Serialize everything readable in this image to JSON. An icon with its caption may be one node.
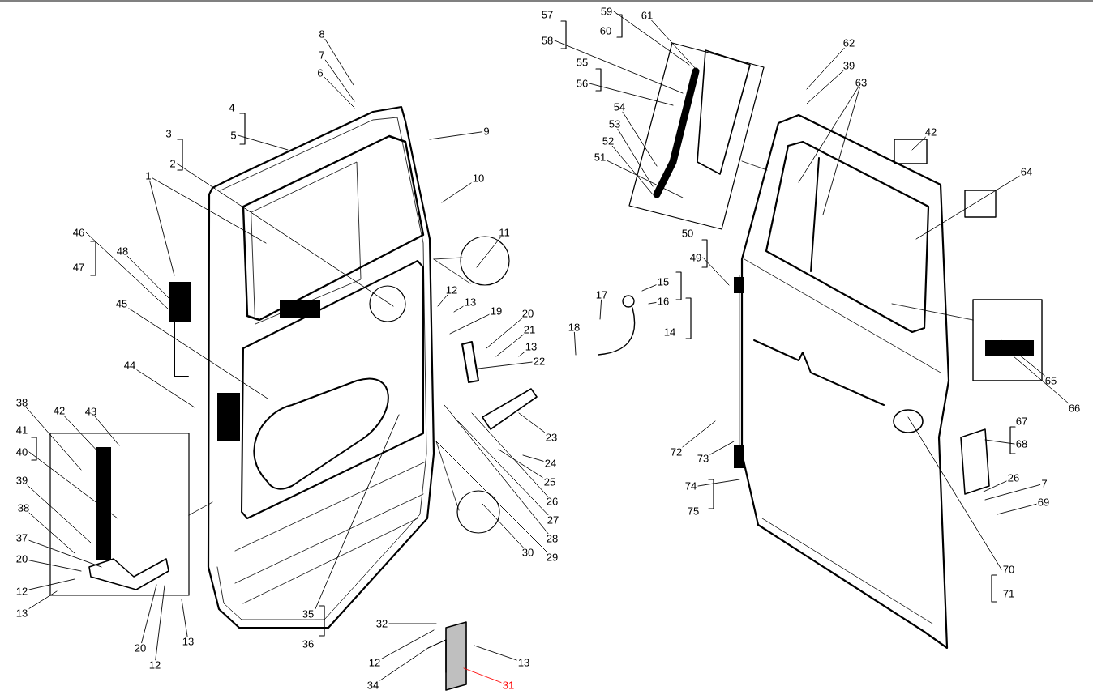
{
  "diagram": {
    "nodes": [
      {
        "text": [
          "8"
        ]
      },
      {
        "text": [
          "7"
        ]
      },
      {
        "text": [
          "6"
        ]
      },
      {
        "text": [
          "4"
        ]
      },
      {
        "text": [
          "5"
        ]
      },
      {
        "text": [
          "3"
        ]
      },
      {
        "text": [
          "2"
        ]
      },
      {
        "text": [
          "1"
        ]
      },
      {
        "text": [
          "9"
        ]
      },
      {
        "text": [
          "10"
        ]
      },
      {
        "text": [
          "11"
        ]
      },
      {
        "text": [
          "12"
        ]
      },
      {
        "text": [
          "13"
        ]
      },
      {
        "text": [
          "19"
        ]
      },
      {
        "text": [
          "20"
        ]
      },
      {
        "text": [
          "21"
        ]
      },
      {
        "text": [
          "13"
        ]
      },
      {
        "text": [
          "22"
        ]
      },
      {
        "text": [
          "23"
        ]
      },
      {
        "text": [
          "24"
        ]
      },
      {
        "text": [
          "25"
        ]
      },
      {
        "text": [
          "26"
        ]
      },
      {
        "text": [
          "27"
        ]
      },
      {
        "text": [
          "28"
        ]
      },
      {
        "text": [
          "29"
        ]
      },
      {
        "text": [
          "30"
        ]
      },
      {
        "text": [
          "31"
        ]
      },
      {
        "text": [
          "32"
        ]
      },
      {
        "text": [
          "12"
        ]
      },
      {
        "text": [
          "13"
        ]
      },
      {
        "text": [
          "34"
        ]
      },
      {
        "text": [
          "35"
        ]
      },
      {
        "text": [
          "36"
        ]
      },
      {
        "text": [
          "38"
        ]
      },
      {
        "text": [
          "42"
        ]
      },
      {
        "text": [
          "43"
        ]
      },
      {
        "text": [
          "41"
        ]
      },
      {
        "text": [
          "40"
        ]
      },
      {
        "text": [
          "39"
        ]
      },
      {
        "text": [
          "38"
        ]
      },
      {
        "text": [
          "37"
        ]
      },
      {
        "text": [
          "20"
        ]
      },
      {
        "text": [
          "12"
        ]
      },
      {
        "text": [
          "13"
        ]
      },
      {
        "text": [
          "20"
        ]
      },
      {
        "text": [
          "12"
        ]
      },
      {
        "text": [
          "13"
        ]
      },
      {
        "text": [
          "44"
        ]
      },
      {
        "text": [
          "45"
        ]
      },
      {
        "text": [
          "48"
        ]
      },
      {
        "text": [
          "46"
        ]
      },
      {
        "text": [
          "47"
        ]
      },
      {
        "text": [
          "57"
        ]
      },
      {
        "text": [
          "58"
        ]
      },
      {
        "text": [
          "59"
        ]
      },
      {
        "text": [
          "60"
        ]
      },
      {
        "text": [
          "61"
        ]
      },
      {
        "text": [
          "55"
        ]
      },
      {
        "text": [
          "56"
        ]
      },
      {
        "text": [
          "54"
        ]
      },
      {
        "text": [
          "53"
        ]
      },
      {
        "text": [
          "52"
        ]
      },
      {
        "text": [
          "51"
        ]
      },
      {
        "text": [
          "50"
        ]
      },
      {
        "text": [
          "49"
        ]
      },
      {
        "text": [
          "62"
        ]
      },
      {
        "text": [
          "39"
        ]
      },
      {
        "text": [
          "63"
        ]
      },
      {
        "text": [
          "42"
        ]
      },
      {
        "text": [
          "64"
        ]
      },
      {
        "text": [
          "15"
        ]
      },
      {
        "text": [
          "16"
        ]
      },
      {
        "text": [
          "14"
        ]
      },
      {
        "text": [
          "17"
        ]
      },
      {
        "text": [
          "18"
        ]
      },
      {
        "text": [
          "65"
        ]
      },
      {
        "text": [
          "66"
        ]
      },
      {
        "text": [
          "67"
        ]
      },
      {
        "text": [
          "68"
        ]
      },
      {
        "text": [
          "26"
        ]
      },
      {
        "text": [
          "7"
        ]
      },
      {
        "text": [
          "69"
        ]
      },
      {
        "text": [
          "72"
        ]
      },
      {
        "text": [
          "73"
        ]
      },
      {
        "text": [
          "74"
        ]
      },
      {
        "text": [
          "75"
        ]
      },
      {
        "text": [
          "70"
        ]
      },
      {
        "text": [
          "71"
        ]
      }
    ],
    "edges": [
      {
        "from": 0,
        "to": null,
        "arrow": "none"
      },
      {
        "from": 1,
        "to": null,
        "arrow": "none"
      },
      {
        "from": 2,
        "to": null,
        "arrow": "none"
      },
      {
        "from": 4,
        "to": null,
        "arrow": "none"
      },
      {
        "from": 6,
        "to": null,
        "arrow": "none"
      },
      {
        "from": 7,
        "to": null,
        "arrow": "none"
      },
      {
        "from": 7,
        "to": null,
        "arrow": "none"
      },
      {
        "from": 8,
        "to": null,
        "arrow": "none"
      },
      {
        "from": 9,
        "to": null,
        "arrow": "none"
      },
      {
        "from": 10,
        "to": null,
        "arrow": "none"
      },
      {
        "from": 11,
        "to": null,
        "arrow": "none"
      },
      {
        "from": 12,
        "to": null,
        "arrow": "none"
      },
      {
        "from": 13,
        "to": null,
        "arrow": "none"
      },
      {
        "from": 14,
        "to": null,
        "arrow": "none"
      },
      {
        "from": 15,
        "to": null,
        "arrow": "none"
      },
      {
        "from": 16,
        "to": null,
        "arrow": "none"
      },
      {
        "from": 17,
        "to": null,
        "arrow": "none"
      },
      {
        "from": 18,
        "to": null,
        "arrow": "none"
      },
      {
        "from": 19,
        "to": null,
        "arrow": "none"
      },
      {
        "from": 20,
        "to": null,
        "arrow": "none"
      },
      {
        "from": 21,
        "to": null,
        "arrow": "none"
      },
      {
        "from": 22,
        "to": null,
        "arrow": "none"
      },
      {
        "from": 23,
        "to": null,
        "arrow": "none"
      },
      {
        "from": 24,
        "to": null,
        "arrow": "none"
      },
      {
        "from": 25,
        "to": null,
        "arrow": "none"
      },
      {
        "from": 26,
        "to": null,
        "arrow": "none",
        "color": "#ff0000"
      },
      {
        "from": 27,
        "to": null,
        "arrow": "none"
      },
      {
        "from": 28,
        "to": null,
        "arrow": "none"
      },
      {
        "from": 29,
        "to": null,
        "arrow": "none"
      },
      {
        "from": 30,
        "to": null,
        "arrow": "none"
      },
      {
        "from": 31,
        "to": null,
        "arrow": "none"
      },
      {
        "from": 33,
        "to": null,
        "arrow": "none"
      },
      {
        "from": 34,
        "to": null,
        "arrow": "none"
      },
      {
        "from": 35,
        "to": null,
        "arrow": "none"
      },
      {
        "from": 37,
        "to": null,
        "arrow": "none"
      },
      {
        "from": 38,
        "to": null,
        "arrow": "none"
      },
      {
        "from": 39,
        "to": null,
        "arrow": "none"
      },
      {
        "from": 40,
        "to": null,
        "arrow": "none"
      },
      {
        "from": 41,
        "to": null,
        "arrow": "none"
      },
      {
        "from": 42,
        "to": null,
        "arrow": "none"
      },
      {
        "from": 43,
        "to": null,
        "arrow": "none"
      },
      {
        "from": 44,
        "to": null,
        "arrow": "none"
      },
      {
        "from": 45,
        "to": null,
        "arrow": "none"
      },
      {
        "from": 46,
        "to": null,
        "arrow": "none"
      },
      {
        "from": 47,
        "to": null,
        "arrow": "none"
      },
      {
        "from": 48,
        "to": null,
        "arrow": "none"
      },
      {
        "from": 49,
        "to": null,
        "arrow": "none"
      },
      {
        "from": 50,
        "to": null,
        "arrow": "none"
      },
      {
        "from": 53,
        "to": null,
        "arrow": "none"
      },
      {
        "from": 54,
        "to": null,
        "arrow": "none"
      },
      {
        "from": 56,
        "to": null,
        "arrow": "none"
      },
      {
        "from": 58,
        "to": null,
        "arrow": "none"
      },
      {
        "from": 59,
        "to": null,
        "arrow": "none"
      },
      {
        "from": 60,
        "to": null,
        "arrow": "none"
      },
      {
        "from": 61,
        "to": null,
        "arrow": "none"
      },
      {
        "from": 62,
        "to": null,
        "arrow": "none"
      },
      {
        "from": 64,
        "to": null,
        "arrow": "none"
      },
      {
        "from": 65,
        "to": null,
        "arrow": "none"
      },
      {
        "from": 66,
        "to": null,
        "arrow": "none"
      },
      {
        "from": 67,
        "to": null,
        "arrow": "none"
      },
      {
        "from": 67,
        "to": null,
        "arrow": "none"
      },
      {
        "from": 68,
        "to": null,
        "arrow": "none"
      },
      {
        "from": 69,
        "to": null,
        "arrow": "none"
      },
      {
        "from": 70,
        "to": null,
        "arrow": "none"
      },
      {
        "from": 71,
        "to": null,
        "arrow": "none"
      },
      {
        "from": 73,
        "to": null,
        "arrow": "none"
      },
      {
        "from": 74,
        "to": null,
        "arrow": "none"
      },
      {
        "from": 75,
        "to": null,
        "arrow": "none"
      },
      {
        "from": 76,
        "to": null,
        "arrow": "none"
      },
      {
        "from": 78,
        "to": null,
        "arrow": "none"
      },
      {
        "from": 79,
        "to": null,
        "arrow": "none"
      },
      {
        "from": 80,
        "to": null,
        "arrow": "none"
      },
      {
        "from": 81,
        "to": null,
        "arrow": "none"
      },
      {
        "from": 82,
        "to": null,
        "arrow": "none"
      },
      {
        "from": 83,
        "to": null,
        "arrow": "none"
      },
      {
        "from": 84,
        "to": null,
        "arrow": "none"
      },
      {
        "from": 86,
        "to": null,
        "arrow": "none"
      }
    ]
  }
}
